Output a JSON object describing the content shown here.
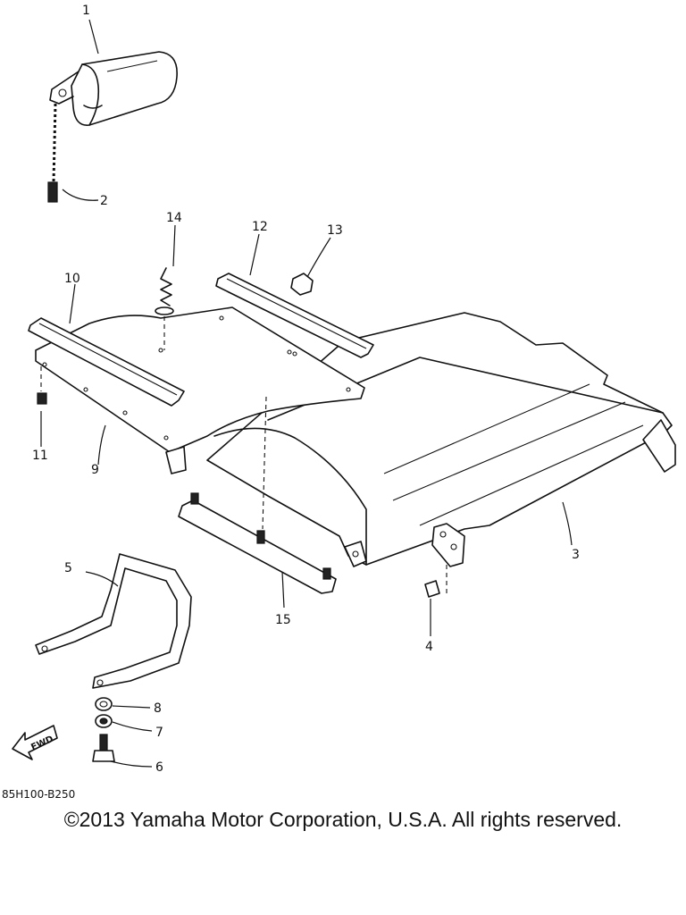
{
  "diagram_code": "85H100-B250",
  "copyright": "©2013 Yamaha Motor Corporation, U.S.A. All rights reserved.",
  "fwd_label": "FWD",
  "callouts": [
    {
      "id": "c1",
      "number": "1"
    },
    {
      "id": "c2",
      "number": "2"
    },
    {
      "id": "c3",
      "number": "3"
    },
    {
      "id": "c4",
      "number": "4"
    },
    {
      "id": "c5",
      "number": "5"
    },
    {
      "id": "c6",
      "number": "6"
    },
    {
      "id": "c7",
      "number": "7"
    },
    {
      "id": "c8",
      "number": "8"
    },
    {
      "id": "c9",
      "number": "9"
    },
    {
      "id": "c10",
      "number": "10"
    },
    {
      "id": "c11",
      "number": "11"
    },
    {
      "id": "c12",
      "number": "12"
    },
    {
      "id": "c13",
      "number": "13"
    },
    {
      "id": "c14",
      "number": "14"
    },
    {
      "id": "c15",
      "number": "15"
    }
  ]
}
